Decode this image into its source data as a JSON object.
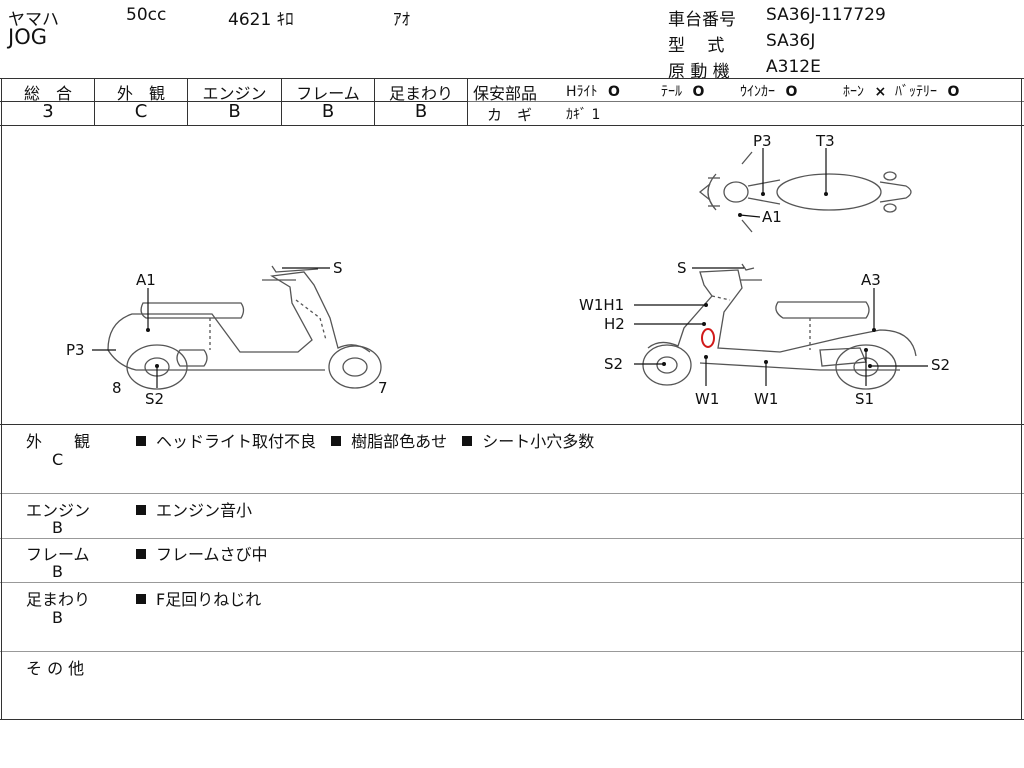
{
  "header": {
    "maker": "ヤマハ",
    "model": "JOG",
    "displacement": "50cc",
    "mileage": "4621 ｷﾛ",
    "color": "ｱｵ",
    "frame_no_label": "車台番号",
    "frame_no": "SA36J-117729",
    "type_label": "型　 式",
    "type": "SA36J",
    "engine_label": "原 動 機",
    "engine": "A312E"
  },
  "grades": [
    {
      "label": "総　合",
      "value": "3"
    },
    {
      "label": "外　観",
      "value": "C"
    },
    {
      "label": "エンジン",
      "value": "B"
    },
    {
      "label": "フレーム",
      "value": "B"
    },
    {
      "label": "足まわり",
      "value": "B"
    }
  ],
  "safety": {
    "title": "保安部品",
    "items": [
      {
        "label": "Hﾗｲﾄ",
        "mark": "O"
      },
      {
        "label": "ﾃｰﾙ",
        "mark": "O"
      },
      {
        "label": "ｳｲﾝｶｰ",
        "mark": "O"
      },
      {
        "label": "ﾎｰﾝ",
        "mark": "×"
      },
      {
        "label": "ﾊﾞｯﾃﾘｰ",
        "mark": "O"
      }
    ],
    "key_label": "カ　ギ",
    "key_value": "ｶｷﾞ 1"
  },
  "diagram": {
    "left_labels": [
      "S",
      "A1",
      "P3",
      "8",
      "S2",
      "7"
    ],
    "right_labels": [
      "S",
      "A3",
      "W1H1",
      "H2",
      "S2",
      "S2",
      "W1",
      "W1",
      "S1"
    ],
    "top_labels": [
      "P3",
      "T3",
      "A1"
    ],
    "damage_mark_color": "#d11a1a"
  },
  "remarks": [
    {
      "label": "外　　観",
      "grade": "C",
      "items": [
        "ヘッドライト取付不良",
        "樹脂部色あせ",
        "シート小穴多数"
      ]
    },
    {
      "label": "エンジン",
      "grade": "B",
      "items": [
        "エンジン音小"
      ]
    },
    {
      "label": "フレーム",
      "grade": "B",
      "items": [
        "フレームさび中"
      ]
    },
    {
      "label": "足まわり",
      "grade": "B",
      "items": [
        "F足回りねじれ"
      ]
    },
    {
      "label": "そ の 他",
      "grade": "",
      "items": []
    }
  ]
}
